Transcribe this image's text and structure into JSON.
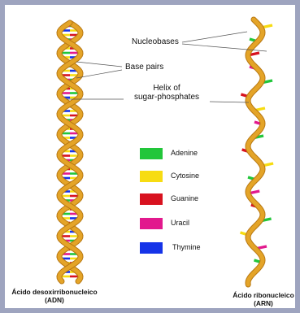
{
  "labels": {
    "nucleobases": "Nucleobases",
    "base_pairs": "Base pairs",
    "helix_line1": "Helix of",
    "helix_line2": "sugar-phosphates"
  },
  "legend": [
    {
      "name": "Adenine",
      "color": "#22c63a"
    },
    {
      "name": "Cytosine",
      "color": "#f7dc12"
    },
    {
      "name": "Guanine",
      "color": "#d8121f"
    },
    {
      "name": "Uracil",
      "color": "#e2198d"
    },
    {
      "name": "Thymine",
      "color": "#1533e8"
    }
  ],
  "captions": {
    "dna_line1": "Ácido desoxirribonucleico",
    "dna_line2": "(ADN)",
    "rna_line1": "Ácido ribonucleico",
    "rna_line2": "(ARN)"
  },
  "colors": {
    "backbone": "#e4a428",
    "backbone_dark": "#b87812",
    "border": "#9ea4bf"
  }
}
